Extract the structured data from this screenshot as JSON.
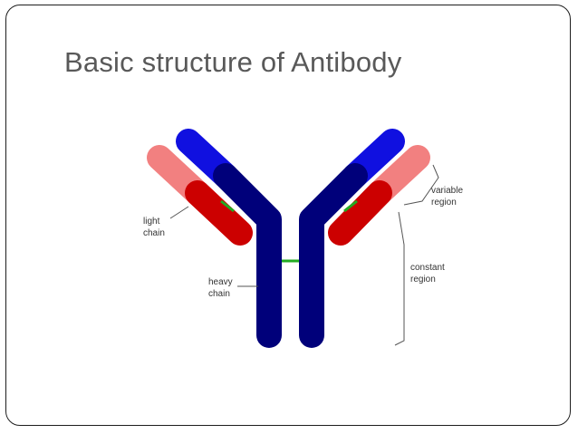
{
  "slide": {
    "title": "Basic structure of Antibody"
  },
  "diagram": {
    "labels": {
      "light_chain": [
        "light",
        "chain"
      ],
      "heavy_chain": [
        "heavy",
        "chain"
      ],
      "variable_region": [
        "variable",
        "region"
      ],
      "constant_region": [
        "constant",
        "region"
      ]
    },
    "colors": {
      "heavy_variable": "#1010e0",
      "heavy_constant": "#00007a",
      "light_variable": "#f28080",
      "light_constant": "#cc0000",
      "disulfide_bond": "#22aa22",
      "label_text": "#333333",
      "leader_line": "#555555"
    }
  }
}
